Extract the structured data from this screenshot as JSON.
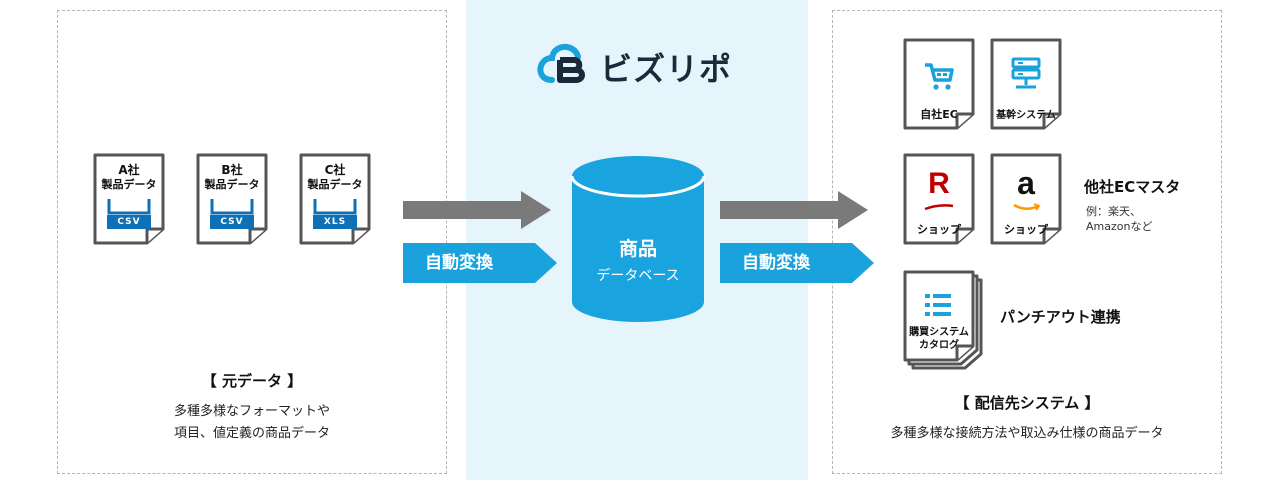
{
  "logo": {
    "text": "ビズリポ"
  },
  "source_docs": [
    {
      "company": "A社",
      "sub": "製品データ",
      "format": "CSV"
    },
    {
      "company": "B社",
      "sub": "製品データ",
      "format": "CSV"
    },
    {
      "company": "C社",
      "sub": "製品データ",
      "format": "XLS"
    }
  ],
  "conversion_label": "自動変換",
  "database": {
    "title": "商品",
    "subtitle": "データベース"
  },
  "targets": {
    "own_ec": "自社EC",
    "core_system": "基幹システム",
    "rakuten": {
      "logo": "R",
      "label": "ショップ"
    },
    "amazon": {
      "logo": "a",
      "label": "ショップ"
    },
    "catalog": {
      "line1": "購買システム",
      "line2": "カタログ"
    }
  },
  "other_ec": {
    "title": "他社ECマスタ",
    "note1": "例：楽天、",
    "note2": "Amazonなど"
  },
  "punchout": "パンチアウト連携",
  "left_caption": {
    "title": "【 元データ 】",
    "line1": "多種多様なフォーマットや",
    "line2": "項目、値定義の商品データ"
  },
  "right_caption": {
    "title": "【 配信先システム 】",
    "line1": "多種多様な接続方法や取込み仕様の商品データ"
  },
  "colors": {
    "accent_blue": "#1aa2dc",
    "dark_blue": "#0e71b8",
    "db_blue": "#19a4df",
    "gray_arrow": "#7a7a7a",
    "band": "#e6f5fb",
    "rakuten_red": "#bf0000"
  }
}
